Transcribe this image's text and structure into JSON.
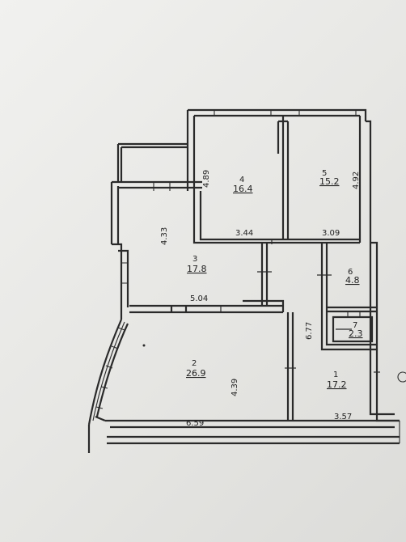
{
  "rooms": [
    {
      "number": "1",
      "area": "17.2"
    },
    {
      "number": "2",
      "area": "26.9"
    },
    {
      "number": "3",
      "area": "17.8"
    },
    {
      "number": "4",
      "area": "16.4"
    },
    {
      "number": "5",
      "area": "15.2"
    },
    {
      "number": "6",
      "area": "4.8"
    },
    {
      "number": "7",
      "area": "2.3"
    }
  ],
  "dimensions": {
    "d489": "4.89",
    "d492": "4.92",
    "d433": "4.33",
    "d344": "3.44",
    "d309": "3.09",
    "d504": "5.04",
    "d677": "6.77",
    "d439": "4.39",
    "d659": "6.59",
    "d357": "3.57"
  }
}
